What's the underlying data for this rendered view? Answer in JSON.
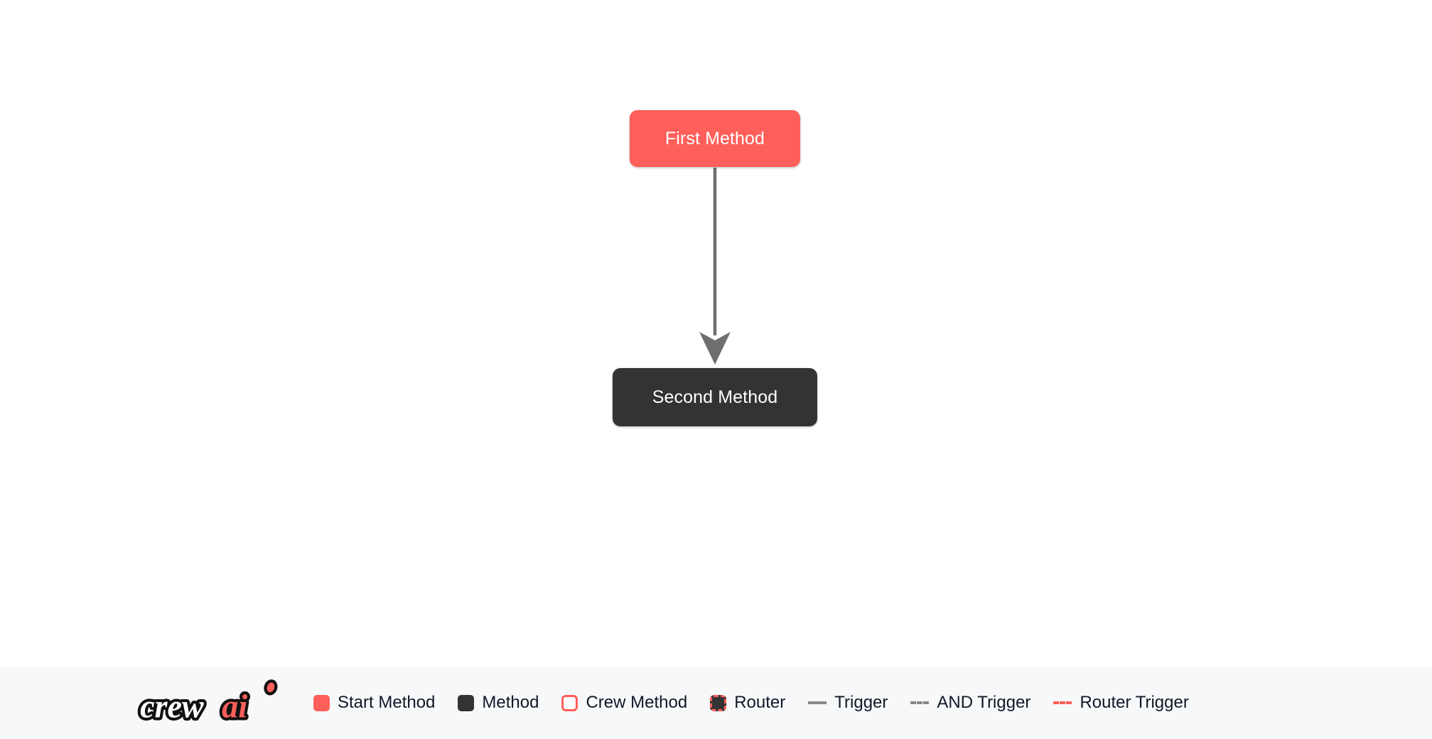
{
  "flow": {
    "nodes": [
      {
        "id": "first-method",
        "label": "First Method",
        "type": "start-method",
        "color": "#FF5F5A"
      },
      {
        "id": "second-method",
        "label": "Second Method",
        "type": "method",
        "color": "#333333"
      }
    ],
    "edges": [
      {
        "from": "first-method",
        "to": "second-method",
        "kind": "trigger",
        "color": "#6e6e6e",
        "style": "solid"
      }
    ]
  },
  "legend": {
    "brand": {
      "name": "crewai",
      "text_primary": "crew",
      "text_accent": "ai",
      "accent_color": "#FF5F5A"
    },
    "items": [
      {
        "label": "Start Method",
        "marker": "box",
        "style": "swatch-start"
      },
      {
        "label": "Method",
        "marker": "box",
        "style": "swatch-method"
      },
      {
        "label": "Crew Method",
        "marker": "box",
        "style": "swatch-crew"
      },
      {
        "label": "Router",
        "marker": "box",
        "style": "swatch-router"
      },
      {
        "label": "Trigger",
        "marker": "line",
        "style": "line-trigger"
      },
      {
        "label": "AND Trigger",
        "marker": "line",
        "style": "line-and-trigger"
      },
      {
        "label": "Router Trigger",
        "marker": "line",
        "style": "line-router-trigger"
      }
    ]
  },
  "colors": {
    "canvas_bg": "#ffffff",
    "legend_bg": "#f7f8fa",
    "accent": "#FF5F5A",
    "dark": "#333333",
    "edge": "#6e6e6e",
    "text": "#111827"
  }
}
